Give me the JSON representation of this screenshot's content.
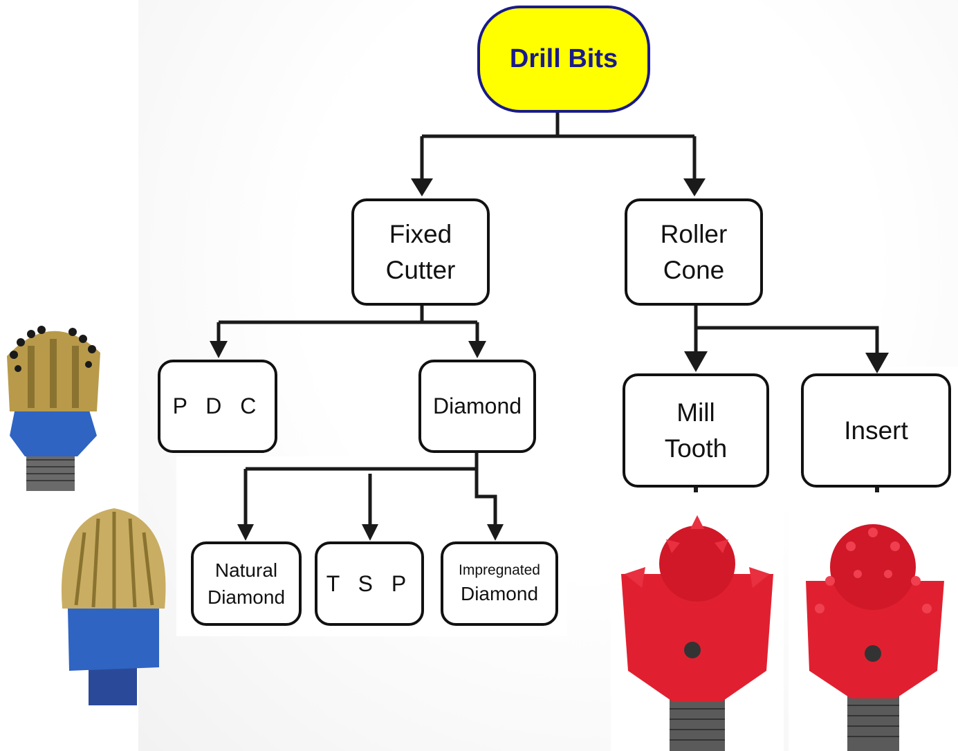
{
  "diagram": {
    "root": "Drill Bits",
    "fixed_cutter": "Fixed\nCutter",
    "roller_cone": "Roller\nCone",
    "pdc": "P D C",
    "diamond": "Diamond",
    "mill_tooth": "Mill\nTooth",
    "insert": "Insert",
    "natural_diamond": "Natural\nDiamond",
    "tsp": "T S P",
    "impregnated_line1": "Impregnated",
    "impregnated_line2": "Diamond"
  },
  "colors": {
    "root_fill": "#ffff00",
    "root_border": "#1a1a8a",
    "box_border": "#111111",
    "pdc_bit_body": "#2f64c2",
    "pdc_bit_head": "#b89a4a",
    "roller_bit_red": "#e02030"
  },
  "icons": [
    "pdc-bit-photo",
    "diamond-bit-photo",
    "mill-tooth-bit-photo",
    "insert-bit-photo"
  ]
}
